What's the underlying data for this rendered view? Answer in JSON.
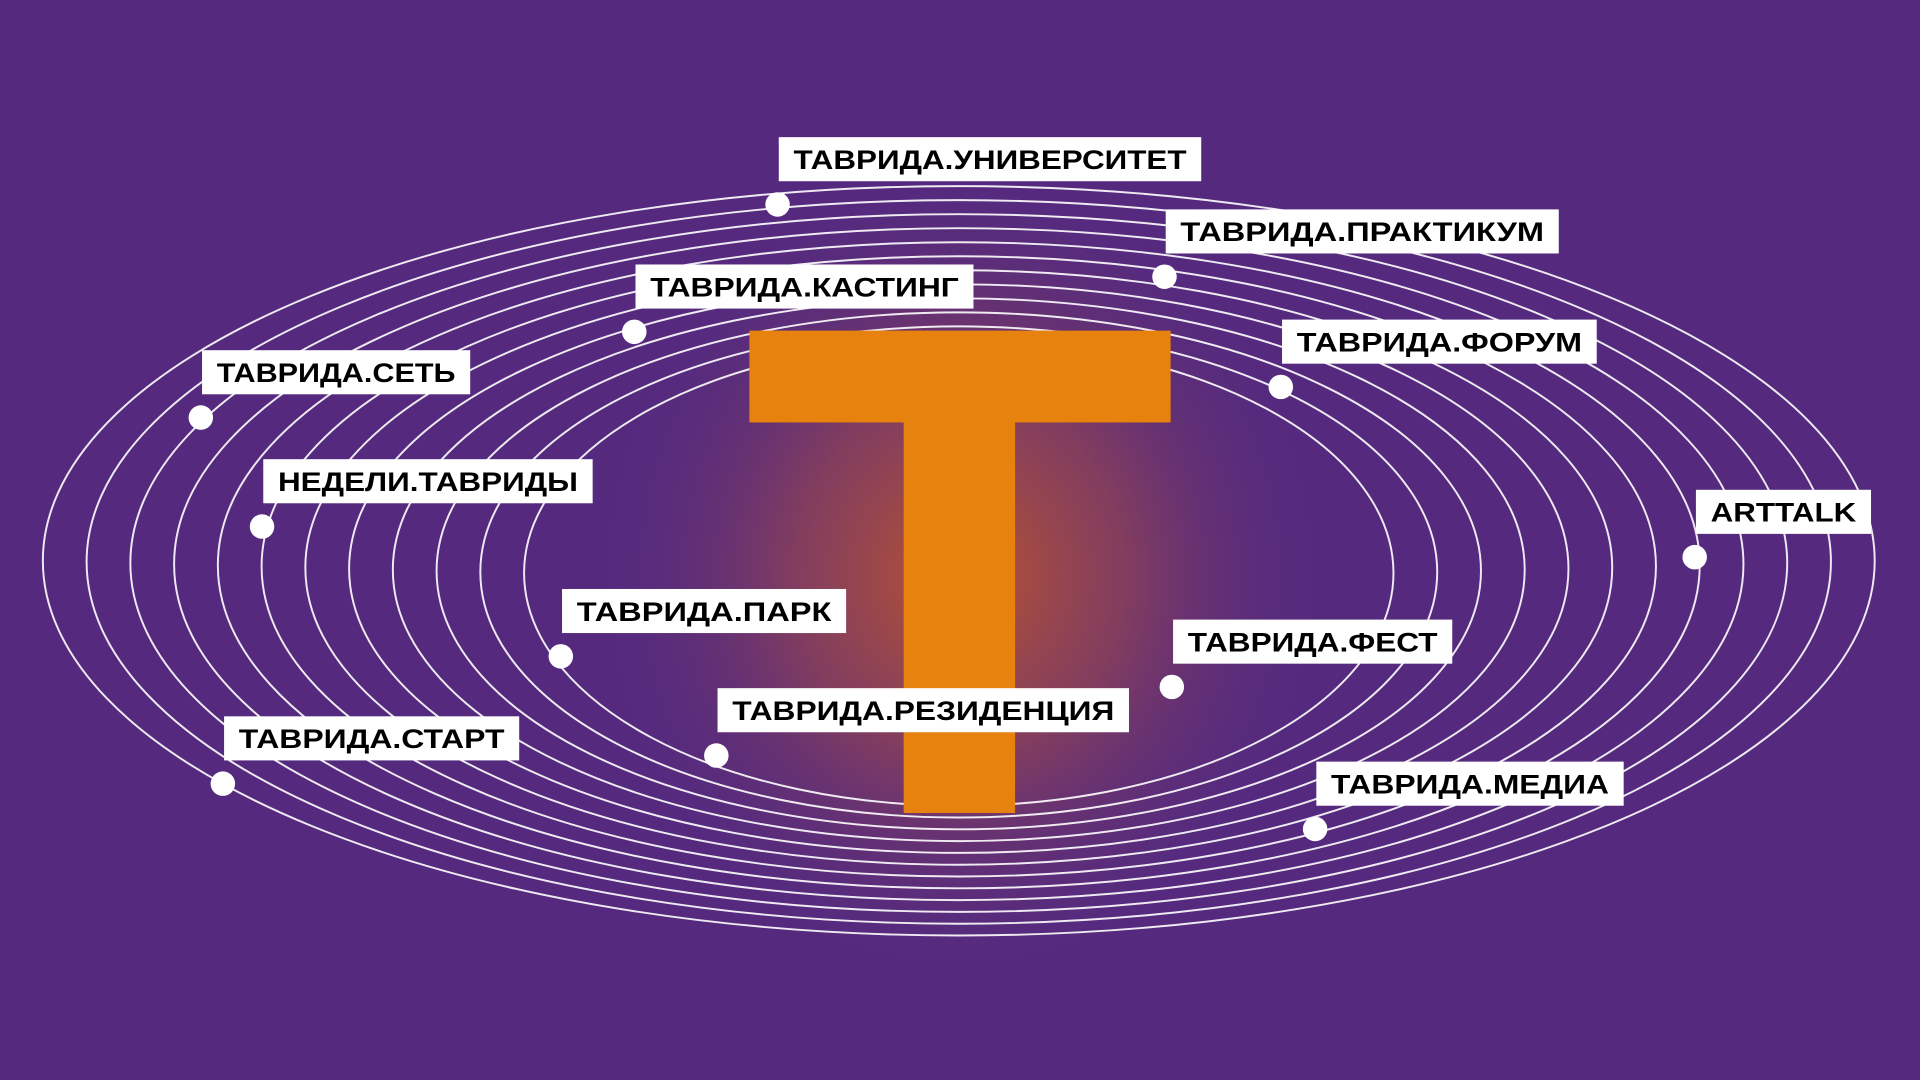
{
  "colors": {
    "background": "#552a7e",
    "accent": "#e8820f",
    "glow": "#c0562a",
    "label_bg": "#ffffff"
  },
  "logo": {
    "letter": "Т"
  },
  "labels": [
    {
      "text": "ТАВРИДА.УНИВЕРСИТЕТ"
    },
    {
      "text": "ТАВРИДА.ПРАКТИКУМ"
    },
    {
      "text": "ТАВРИДА.КАСТИНГ"
    },
    {
      "text": "ТАВРИДА.ФОРУМ"
    },
    {
      "text": "ТАВРИДА.СЕТЬ"
    },
    {
      "text": "НЕДЕЛИ.ТАВРИДЫ"
    },
    {
      "text": "ARTTALK"
    },
    {
      "text": "ТАВРИДА.ПАРК"
    },
    {
      "text": "ТАВРИДА.ФЕСТ"
    },
    {
      "text": "ТАВРИДА.РЕЗИДЕНЦИЯ"
    },
    {
      "text": "ТАВРИДА.СТАРТ"
    },
    {
      "text": "ТАВРИДА.МЕДИА"
    }
  ]
}
